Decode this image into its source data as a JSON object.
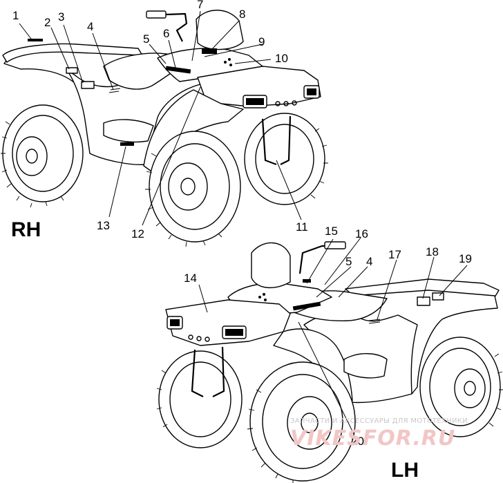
{
  "views": {
    "rh": {
      "label": "RH"
    },
    "lh": {
      "label": "LH"
    }
  },
  "callouts": {
    "n1": "1",
    "n2": "2",
    "n3": "3",
    "n4": "4",
    "n5": "5",
    "n6": "6",
    "n7": "7",
    "n8": "8",
    "n9": "9",
    "n10": "10",
    "n11": "11",
    "n12": "12",
    "n13": "13",
    "n14": "14",
    "n15": "15",
    "n16": "16",
    "n4b": "4",
    "n5b": "5",
    "n17": "17",
    "n18": "18",
    "n19": "19",
    "n20": "20"
  },
  "watermark": {
    "caption": "ЗАПЧАСТИ И АКСЕССУАРЫ ДЛЯ МОТОТЕХНИКИ",
    "site": "VIKESFOR.RU"
  }
}
